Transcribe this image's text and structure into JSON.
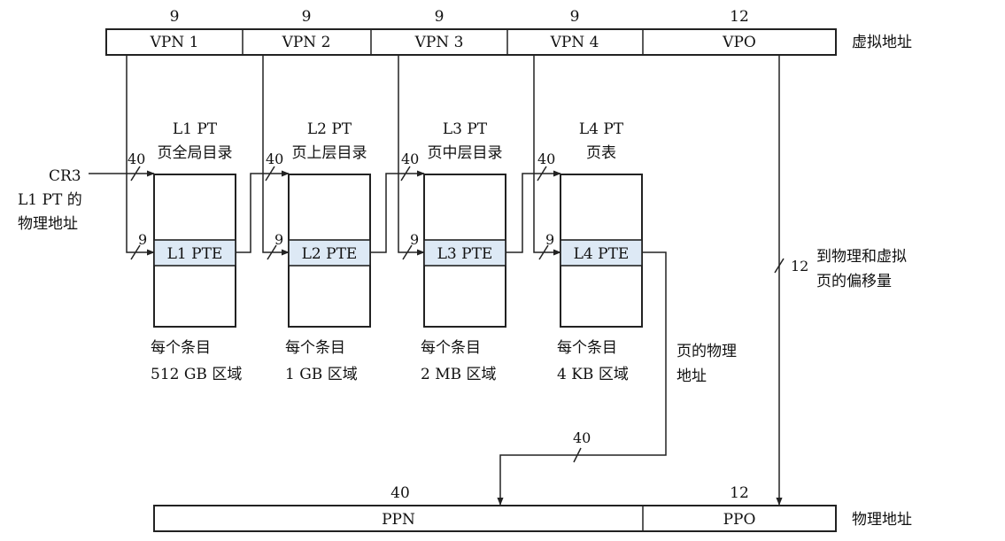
{
  "virtual_address": {
    "label": "虚拟地址",
    "fields": [
      {
        "name": "VPN 1",
        "bits": "9"
      },
      {
        "name": "VPN 2",
        "bits": "9"
      },
      {
        "name": "VPN 3",
        "bits": "9"
      },
      {
        "name": "VPN 4",
        "bits": "9"
      },
      {
        "name": "VPO",
        "bits": "12"
      }
    ]
  },
  "cr3": {
    "line1": "CR3",
    "line2": "L1 PT 的",
    "line3": "物理地址"
  },
  "tables": [
    {
      "title": "L1 PT",
      "subtitle": "页全局目录",
      "pte": "L1 PTE",
      "in_bits": "40",
      "index_bits": "9",
      "desc1": "每个条目",
      "desc2": "512 GB 区域"
    },
    {
      "title": "L2 PT",
      "subtitle": "页上层目录",
      "pte": "L2 PTE",
      "in_bits": "40",
      "index_bits": "9",
      "desc1": "每个条目",
      "desc2": "1 GB 区域"
    },
    {
      "title": "L3 PT",
      "subtitle": "页中层目录",
      "pte": "L3 PTE",
      "in_bits": "40",
      "index_bits": "9",
      "desc1": "每个条目",
      "desc2": "2 MB 区域"
    },
    {
      "title": "L4 PT",
      "subtitle": "页表",
      "pte": "L4 PTE",
      "in_bits": "40",
      "index_bits": "9",
      "desc1": "每个条目",
      "desc2": "4 KB 区域"
    }
  ],
  "offset_note": {
    "bits": "12",
    "line1": "到物理和虚拟",
    "line2": "页的偏移量"
  },
  "ppn_note": {
    "line1": "页的物理",
    "line2": "地址",
    "bits": "40"
  },
  "physical_address": {
    "label": "物理地址",
    "fields": [
      {
        "name": "PPN",
        "bits": "40"
      },
      {
        "name": "PPO",
        "bits": "12"
      }
    ]
  }
}
